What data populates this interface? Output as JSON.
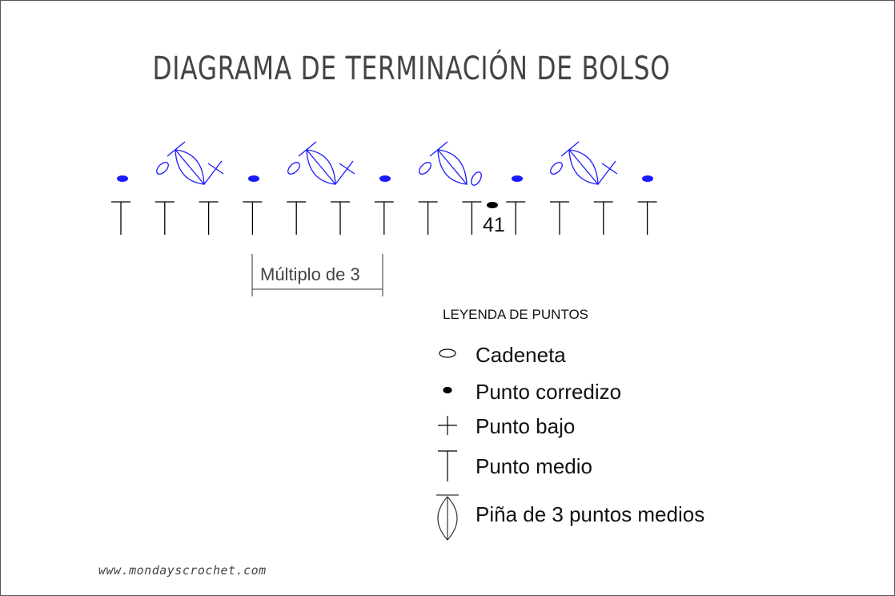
{
  "title": "DIAGRAMA DE TERMINACIÓN DE BOLSO",
  "diagram": {
    "stitch_label": "41",
    "repeat_label": "Múltiplo de 3",
    "colors": {
      "pattern": "#1a1aff",
      "base": "#000000"
    }
  },
  "legend": {
    "heading": "LEYENDA DE PUNTOS",
    "items": [
      {
        "icon": "chain-oval-icon",
        "label": "Cadeneta"
      },
      {
        "icon": "slip-stitch-dot-icon",
        "label": "Punto corredizo"
      },
      {
        "icon": "single-crochet-plus-icon",
        "label": "Punto bajo"
      },
      {
        "icon": "half-double-t-icon",
        "label": "Punto medio"
      },
      {
        "icon": "puff-stitch-icon",
        "label": "Piña de 3 puntos medios"
      }
    ]
  },
  "footer": {
    "website": "www.mondayscrochet.com"
  }
}
